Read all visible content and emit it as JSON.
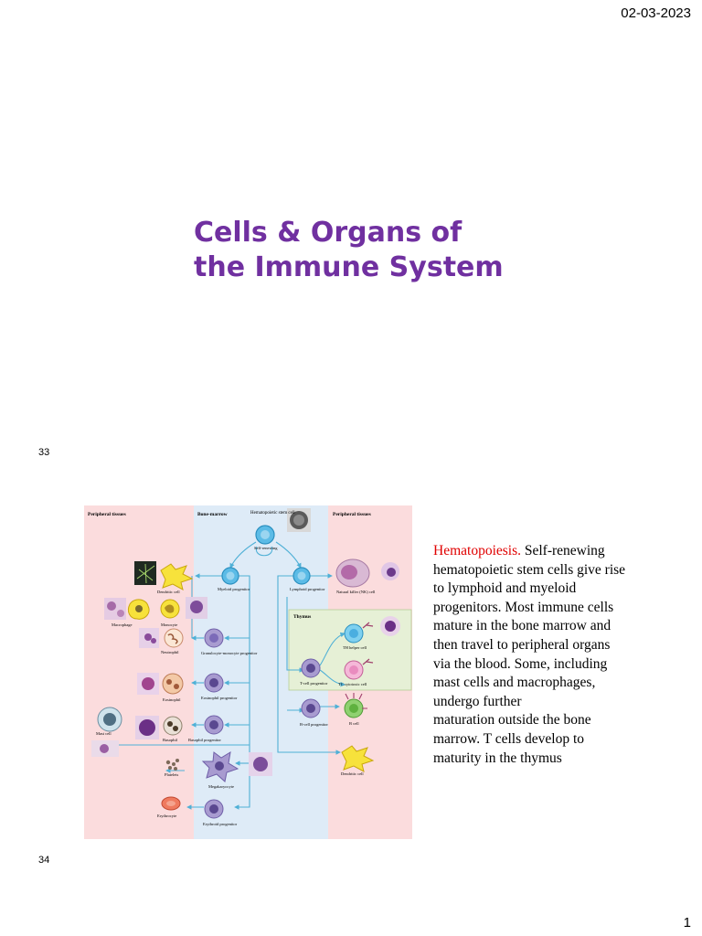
{
  "header": {
    "date": "02-03-2023"
  },
  "slide33": {
    "number": "33",
    "title": "Cells & Organs of\nthe Immune System"
  },
  "slide34": {
    "number": "34",
    "caption_highlight": "Hematopoiesis.",
    "caption_lines": [
      "Self-renewing",
      "hematopoietic stem cells give rise",
      "to lymphoid and myeloid",
      "progenitors. Most immune cells",
      "mature in the bone marrow and",
      "then travel to peripheral organs",
      "via the blood. Some, including",
      "mast cells and macrophages,",
      "undergo further",
      "maturation outside the bone",
      "marrow. T cells develop to",
      "maturity in the thymus"
    ],
    "figure": {
      "regions": {
        "left": "Peripheral tissues",
        "middle": "Bone-marrow",
        "right": "Peripheral tissues",
        "thymus": "Thymus"
      },
      "labels": {
        "hsc": "Hematopoietic stem cell",
        "self_renewing": "Self-renewing",
        "myeloid": "Myeloid progenitor",
        "lymphoid": "Lymphoid progenitor",
        "nk": "Natural killer (NK) cell",
        "dendritic_left": "Dendritic cell",
        "macrophage": "Macrophage",
        "monocyte": "Monocyte",
        "neutrophil": "Neutrophil",
        "gm_progenitor": "Granulocyte-monocyte progenitor",
        "eosinophil": "Eosinophil",
        "eos_progenitor": "Eosinophil progenitor",
        "mast": "Mast cell",
        "basophil": "Basophil",
        "baso_progenitor": "Basophil progenitor",
        "platelets": "Platelets",
        "megakaryocyte": "Megakaryocyte",
        "erythrocyte": "Erythrocyte",
        "ery_progenitor": "Erythroid progenitor",
        "t_progenitor": "T-cell progenitor",
        "th": "TH helper cell",
        "tc": "TC cytotoxic cell",
        "b_progenitor": "B-cell progenitor",
        "b_cell": "B cell",
        "dendritic_right": "Dendritic cell"
      },
      "colors": {
        "peripheral_bg": "#fbdcdd",
        "marrow_bg": "#deebf7",
        "thymus_bg": "#e6f0d6",
        "arrow": "#4fb0d6",
        "progenitor": "#a89bd0",
        "stem": "#5bbbe6"
      }
    }
  },
  "footer": {
    "page": "1"
  }
}
